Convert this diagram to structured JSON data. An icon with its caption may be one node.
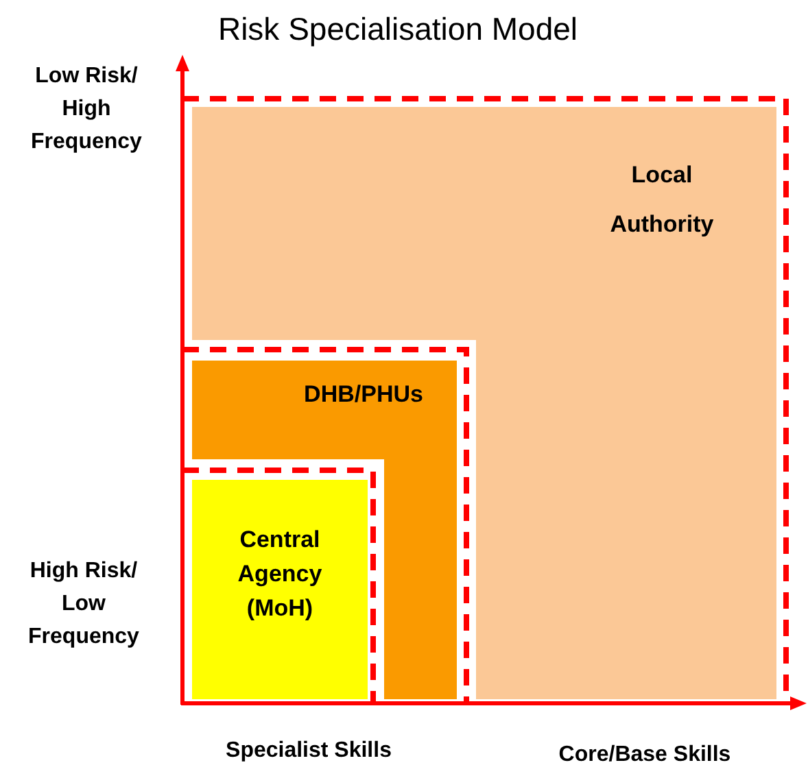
{
  "diagram": {
    "title": "Risk Specialisation Model",
    "nodes": [
      {
        "text": [
          "Local Authority"
        ]
      },
      {
        "text": [
          "DHB/PHUs"
        ],
        "in": 0
      },
      {
        "text": [
          "Central Agency (MoH)"
        ],
        "in": 1
      }
    ],
    "labels": [
      "Low Risk/ High Frequency",
      "High Risk/ Low Frequency",
      "Specialist Skills",
      "Core/Base Skills"
    ]
  }
}
